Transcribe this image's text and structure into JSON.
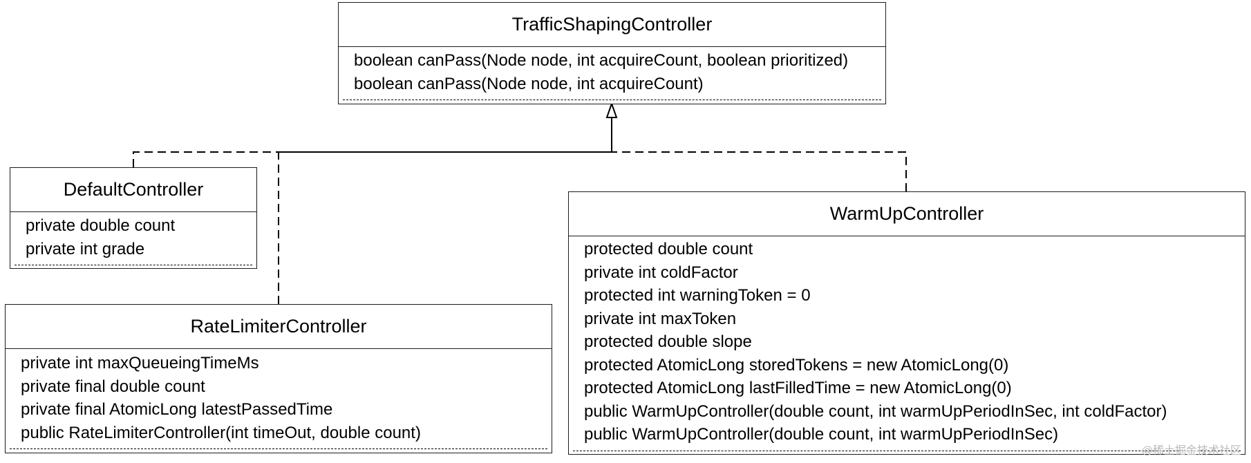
{
  "classes": {
    "traffic_shaping_controller": {
      "name": "TrafficShapingController",
      "members": [
        "boolean canPass(Node node, int acquireCount, boolean prioritized)",
        "boolean canPass(Node node, int acquireCount)"
      ]
    },
    "default_controller": {
      "name": "DefaultController",
      "members": [
        "private double count",
        "private int grade"
      ]
    },
    "rate_limiter_controller": {
      "name": "RateLimiterController",
      "members": [
        "private int maxQueueingTimeMs",
        "private final double count",
        "private final AtomicLong latestPassedTime",
        "public RateLimiterController(int timeOut, double count)"
      ]
    },
    "warm_up_controller": {
      "name": "WarmUpController",
      "members": [
        "protected double count",
        "private int coldFactor",
        "protected int warningToken = 0",
        "private int maxToken",
        "protected double slope",
        "protected AtomicLong storedTokens = new AtomicLong(0)",
        "protected AtomicLong lastFilledTime = new AtomicLong(0)",
        "public WarmUpController(double count, int warmUpPeriodInSec, int coldFactor)",
        "public WarmUpController(double count, int warmUpPeriodInSec)"
      ]
    }
  },
  "watermark": "@稀土掘金技术社区"
}
